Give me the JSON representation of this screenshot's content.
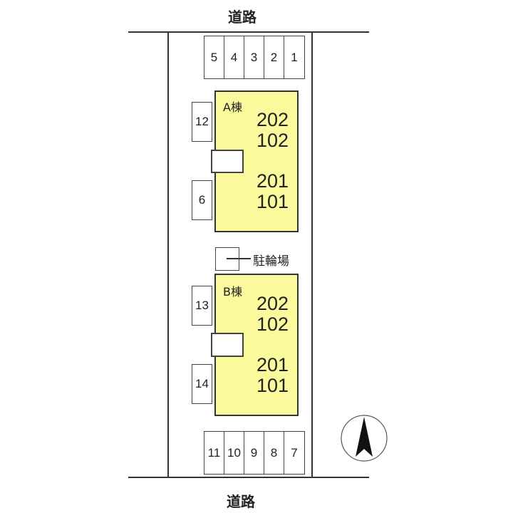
{
  "roads": {
    "top": "道路",
    "bottom": "道路"
  },
  "parking_top": [
    "5",
    "4",
    "3",
    "2",
    "1"
  ],
  "parking_bottom": [
    "11",
    "10",
    "9",
    "8",
    "7"
  ],
  "building_a": {
    "name": "A棟",
    "units": [
      "202",
      "102",
      "201",
      "101"
    ],
    "side_parking": [
      "12",
      "6"
    ]
  },
  "building_b": {
    "name": "B棟",
    "units": [
      "202",
      "102",
      "201",
      "101"
    ],
    "side_parking": [
      "13",
      "14"
    ]
  },
  "bicycle_parking": "駐輪場",
  "colors": {
    "building": "#fafa9c",
    "line": "#333333"
  },
  "compass": "north-arrow-icon"
}
